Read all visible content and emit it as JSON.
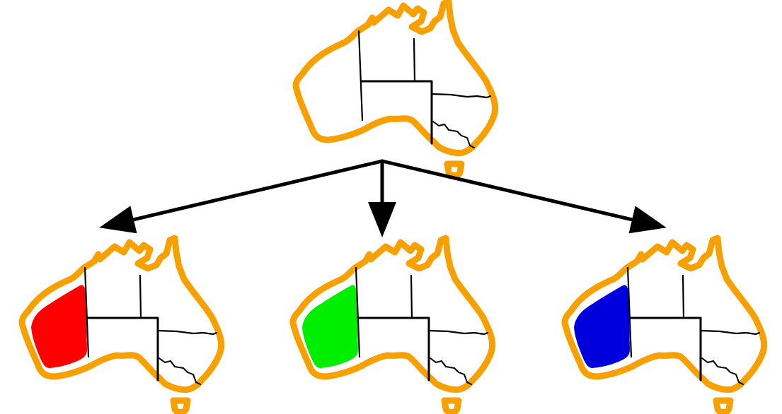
{
  "diagram": {
    "root_map": {
      "colored_region": null
    },
    "children": [
      {
        "id": "left",
        "colored_region": "western-australia",
        "fill_color": "#FF0000",
        "color_name": "red"
      },
      {
        "id": "center",
        "colored_region": "western-australia",
        "fill_color": "#00EE00",
        "color_name": "green"
      },
      {
        "id": "right",
        "colored_region": "western-australia",
        "fill_color": "#0000DD",
        "color_name": "blue"
      }
    ],
    "outline_color": "#F7A000",
    "border_color": "#000000",
    "arrow_color": "#000000"
  }
}
